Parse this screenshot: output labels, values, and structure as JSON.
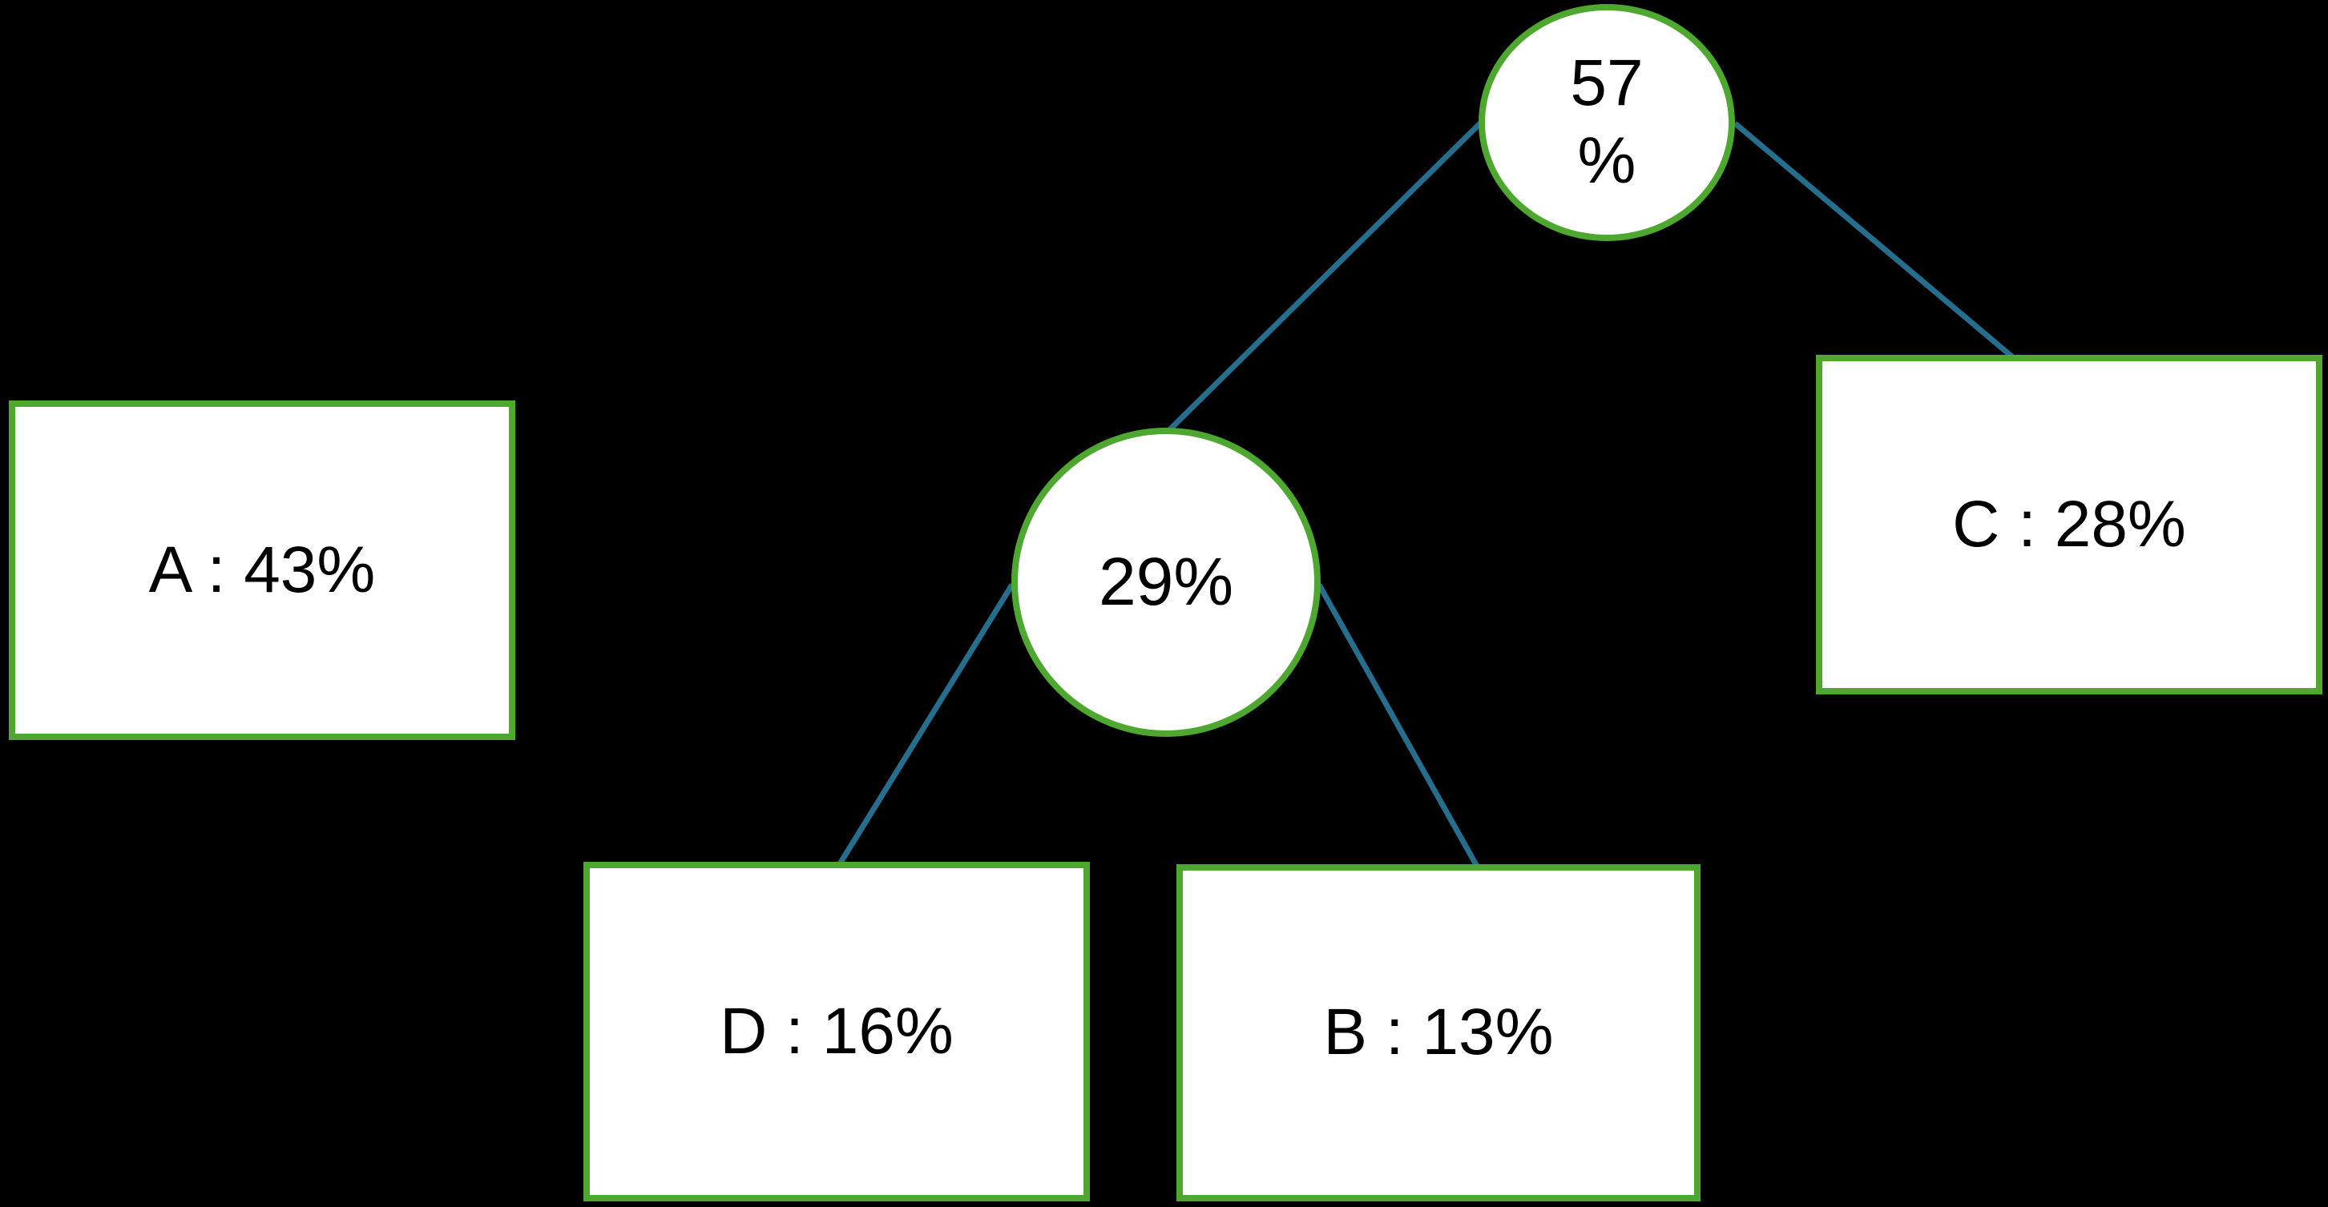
{
  "colors": {
    "background": "#000000",
    "node_fill": "#FFFFFF",
    "node_border": "#4EA72E",
    "connector": "#266E8E",
    "text_color": "#000000"
  },
  "diagram": {
    "type": "tree",
    "nodes": {
      "root": {
        "shape": "circle",
        "line1": "57",
        "line2": "%"
      },
      "branch": {
        "shape": "circle",
        "label": "29%"
      },
      "box_a": {
        "shape": "rectangle",
        "label": "A : 43%"
      },
      "box_c": {
        "shape": "rectangle",
        "label": "C : 28%"
      },
      "box_d": {
        "shape": "rectangle",
        "label": "D : 16%"
      },
      "box_b": {
        "shape": "rectangle",
        "label": "B : 13%"
      }
    },
    "connectors": [
      {
        "from": "root",
        "to": "branch"
      },
      {
        "from": "root",
        "to": "box_c"
      },
      {
        "from": "branch",
        "to": "box_d"
      },
      {
        "from": "branch",
        "to": "box_b"
      }
    ]
  }
}
